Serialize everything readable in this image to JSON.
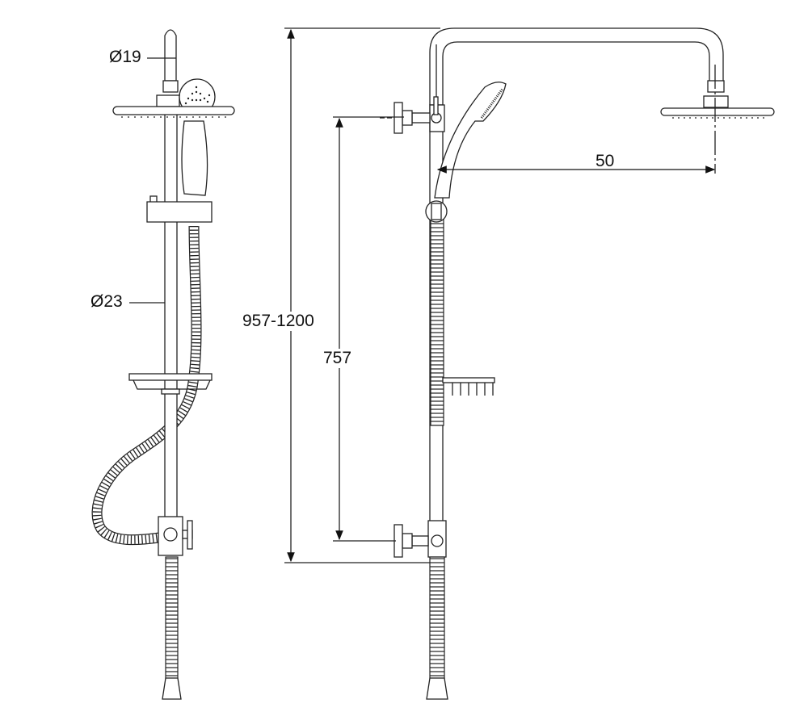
{
  "drawing": {
    "title": "Shower column technical drawing",
    "dimensions": {
      "top_rod_diameter": "Ø19",
      "main_rod_diameter": "Ø23",
      "total_height": "957-1200",
      "valve_spacing": "757",
      "arm_reach": "50"
    },
    "line_color": "#222222",
    "background": "#ffffff"
  }
}
